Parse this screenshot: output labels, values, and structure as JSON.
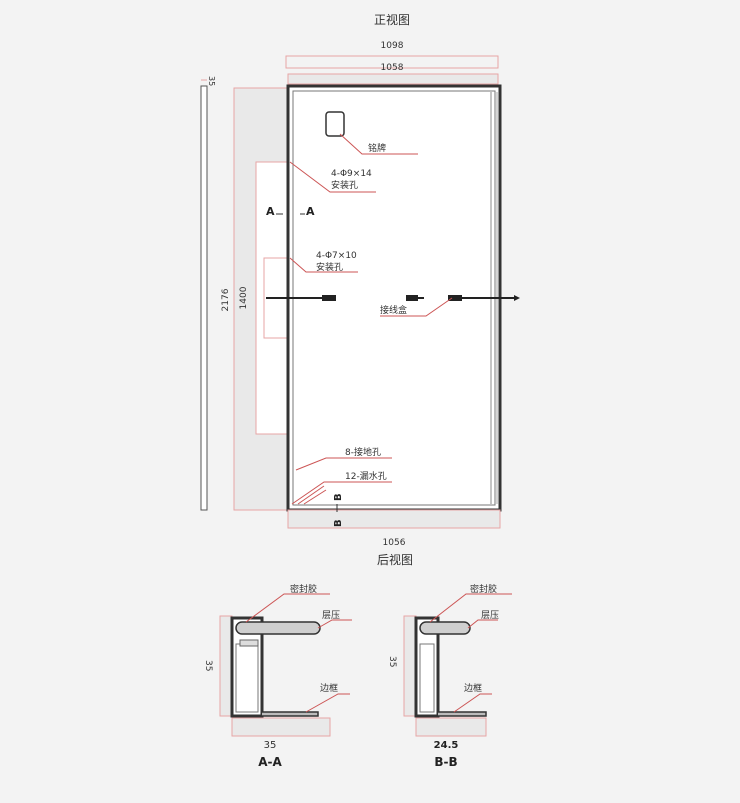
{
  "titles": {
    "front_view": "正视图",
    "back_view": "后视图"
  },
  "dimensions": {
    "overall_width": "1098",
    "frame_width": "1058",
    "bottom_width": "1056",
    "height": "2176",
    "hole_spacing": "1400",
    "thickness": "35"
  },
  "labels": {
    "nameplate": "铭牌",
    "mount_hole_large": "4-Φ9×14",
    "mount_hole_large_name": "安装孔",
    "mount_hole_small": "4-Φ7×10",
    "mount_hole_small_name": "安装孔",
    "junction_box": "接线盒",
    "ground_hole": "8-接地孔",
    "drain_hole": "12-漏水孔",
    "section_a_mark": "A",
    "section_b_mark": "B"
  },
  "sections": {
    "aa": {
      "sealant": "密封胶",
      "laminate": "层压",
      "frame": "边框",
      "height": "35",
      "width": "35",
      "name": "A-A"
    },
    "bb": {
      "sealant": "密封胶",
      "laminate": "层压",
      "frame": "边框",
      "height": "35",
      "width": "24.5",
      "name": "B-B"
    }
  }
}
